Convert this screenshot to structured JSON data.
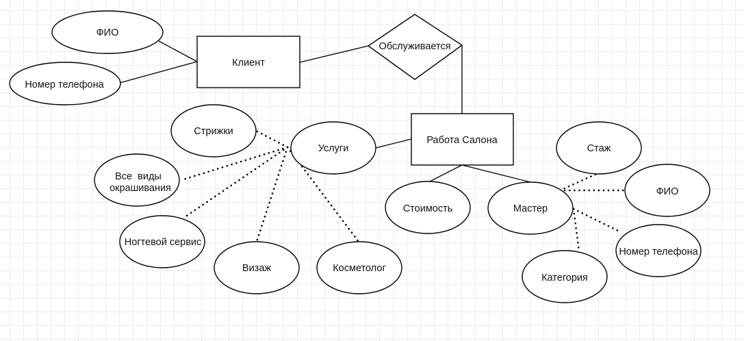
{
  "entities": {
    "client": "Клиент",
    "salon_work": "Работа Салона"
  },
  "relationships": {
    "serves": "Обслуживается"
  },
  "attributes": {
    "client_name": "ФИО",
    "client_phone": "Номер телефона",
    "services": "Услуги",
    "haircuts": "Стрижки",
    "coloring_line1": "Все  виды",
    "coloring_line2": "окрашивания",
    "nail_service": "Ногтевой сервис",
    "makeup": "Визаж",
    "cosmetologist": "Косметолог",
    "price": "Стоимость",
    "master": "Мастер",
    "experience": "Стаж",
    "master_name": "ФИО",
    "master_phone": "Номер телефона",
    "category": "Категория"
  }
}
